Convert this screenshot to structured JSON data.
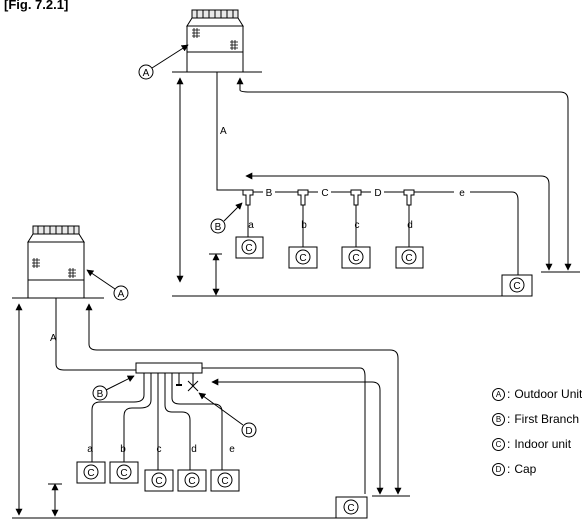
{
  "figure": {
    "label": "[Fig. 7.2.1]"
  },
  "markers": {
    "outdoor": "A",
    "branch": "B",
    "indoor": "C",
    "cap": "D"
  },
  "pipes": {
    "main": "A",
    "segments": [
      "B",
      "C",
      "D"
    ],
    "indoor_branches": [
      "a",
      "b",
      "c",
      "d",
      "e"
    ]
  },
  "legend": [
    {
      "symbol": "A",
      "text": "Outdoor Unit"
    },
    {
      "symbol": "B",
      "text": "First Branch"
    },
    {
      "symbol": "C",
      "text": "Indoor unit"
    },
    {
      "symbol": "D",
      "text": "Cap"
    }
  ],
  "legend_separator": ":"
}
